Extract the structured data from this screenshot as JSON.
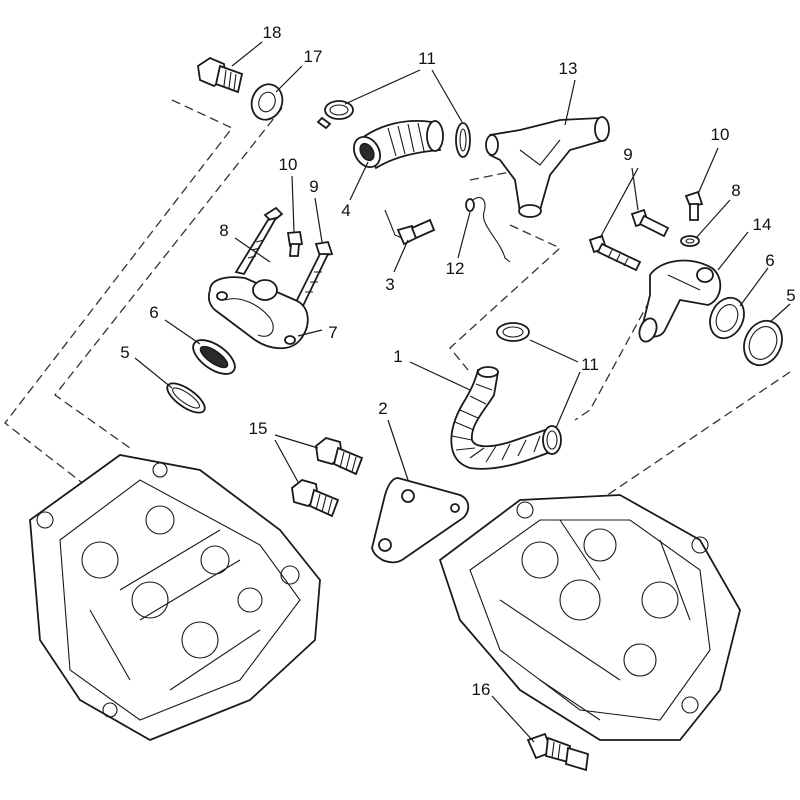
{
  "diagram": {
    "callouts": [
      {
        "id": "c18",
        "text": "18"
      },
      {
        "id": "c17",
        "text": "17"
      },
      {
        "id": "c11a",
        "text": "11"
      },
      {
        "id": "c13",
        "text": "13"
      },
      {
        "id": "c10a",
        "text": "10"
      },
      {
        "id": "c9a",
        "text": "9"
      },
      {
        "id": "c8a",
        "text": "8"
      },
      {
        "id": "c4",
        "text": "4"
      },
      {
        "id": "c3",
        "text": "3"
      },
      {
        "id": "c12",
        "text": "12"
      },
      {
        "id": "c9b",
        "text": "9"
      },
      {
        "id": "c10b",
        "text": "10"
      },
      {
        "id": "c8b",
        "text": "8"
      },
      {
        "id": "c14",
        "text": "14"
      },
      {
        "id": "c6b",
        "text": "6"
      },
      {
        "id": "c5b",
        "text": "5"
      },
      {
        "id": "c6a",
        "text": "6"
      },
      {
        "id": "c7",
        "text": "7"
      },
      {
        "id": "c5a",
        "text": "5"
      },
      {
        "id": "c1",
        "text": "1"
      },
      {
        "id": "c11b",
        "text": "11"
      },
      {
        "id": "c2",
        "text": "2"
      },
      {
        "id": "c15",
        "text": "15"
      },
      {
        "id": "c16",
        "text": "16"
      }
    ]
  }
}
